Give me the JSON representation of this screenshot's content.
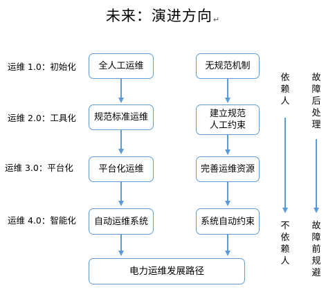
{
  "title": "未来：演进方向",
  "title_mark": "↵",
  "stages": [
    {
      "label": "运维 1.0：初始化"
    },
    {
      "label": "运维 2.0：工具化"
    },
    {
      "label": "运维 3.0：平台化"
    },
    {
      "label": "运维 4.0：智能化"
    }
  ],
  "left_boxes": [
    "全人工运维",
    "规范标准运维",
    "平台化运维",
    "自动运维系统"
  ],
  "right_boxes": [
    {
      "line1": "无规范机制",
      "line2": ""
    },
    {
      "line1": "建立规范",
      "line2": "人工约束"
    },
    {
      "line1": "完善运维资源",
      "line2": ""
    },
    {
      "line1": "系统自动约束",
      "line2": ""
    }
  ],
  "bottom_box": "电力运维发展路径",
  "side_arrows": [
    {
      "top": "依赖人",
      "bottom": "不依赖人"
    },
    {
      "top": "故障后处理",
      "bottom": "故障前规避"
    }
  ],
  "colors": {
    "accent": "#5b9bd5"
  }
}
